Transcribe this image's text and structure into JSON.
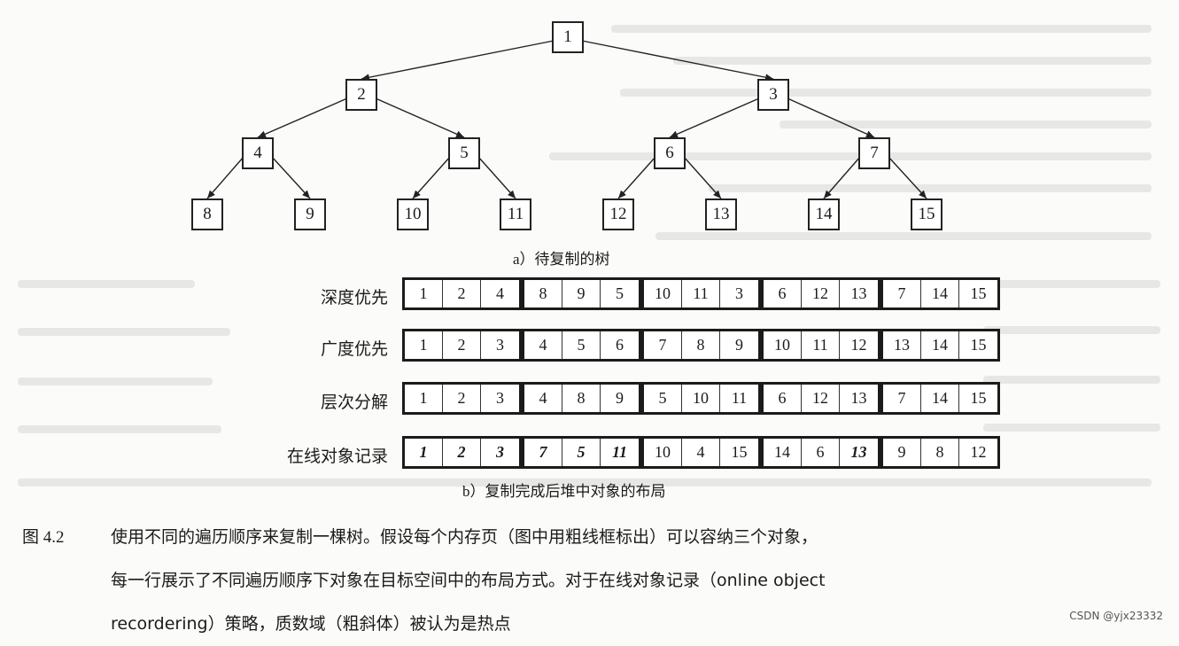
{
  "tree": {
    "nodes": [
      "1",
      "2",
      "3",
      "4",
      "5",
      "6",
      "7",
      "8",
      "9",
      "10",
      "11",
      "12",
      "13",
      "14",
      "15"
    ],
    "caption": "a）待复制的树"
  },
  "layouts": {
    "rows": [
      {
        "label": "深度优先",
        "pages": [
          [
            "1",
            "2",
            "4"
          ],
          [
            "8",
            "9",
            "5"
          ],
          [
            "10",
            "11",
            "3"
          ],
          [
            "6",
            "12",
            "13"
          ],
          [
            "7",
            "14",
            "15"
          ]
        ],
        "hot": [
          false,
          false,
          false,
          false,
          false,
          false,
          false,
          false,
          false,
          false,
          false,
          false,
          false,
          false,
          false
        ]
      },
      {
        "label": "广度优先",
        "pages": [
          [
            "1",
            "2",
            "3"
          ],
          [
            "4",
            "5",
            "6"
          ],
          [
            "7",
            "8",
            "9"
          ],
          [
            "10",
            "11",
            "12"
          ],
          [
            "13",
            "14",
            "15"
          ]
        ],
        "hot": [
          false,
          false,
          false,
          false,
          false,
          false,
          false,
          false,
          false,
          false,
          false,
          false,
          false,
          false,
          false
        ]
      },
      {
        "label": "层次分解",
        "pages": [
          [
            "1",
            "2",
            "3"
          ],
          [
            "4",
            "8",
            "9"
          ],
          [
            "5",
            "10",
            "11"
          ],
          [
            "6",
            "12",
            "13"
          ],
          [
            "7",
            "14",
            "15"
          ]
        ],
        "hot": [
          false,
          false,
          false,
          false,
          false,
          false,
          false,
          false,
          false,
          false,
          false,
          false,
          false,
          false,
          false
        ]
      },
      {
        "label": "在线对象记录",
        "pages": [
          [
            "1",
            "2",
            "3"
          ],
          [
            "7",
            "5",
            "11"
          ],
          [
            "10",
            "4",
            "15"
          ],
          [
            "14",
            "6",
            "13"
          ],
          [
            "9",
            "8",
            "12"
          ]
        ],
        "hot": [
          true,
          true,
          true,
          true,
          true,
          true,
          false,
          false,
          false,
          false,
          false,
          true,
          false,
          false,
          false
        ]
      }
    ],
    "caption": "b）复制完成后堆中对象的布局"
  },
  "figure": {
    "number": "图 4.2",
    "lines": [
      "使用不同的遍历顺序来复制一棵树。假设每个内存页（图中用粗线框标出）可以容纳三个对象，",
      "每一行展示了不同遍历顺序下对象在目标空间中的布局方式。对于在线对象记录（online object",
      "recordering）策略，质数域（粗斜体）被认为是热点"
    ]
  },
  "watermark": "CSDN @yjx23332"
}
